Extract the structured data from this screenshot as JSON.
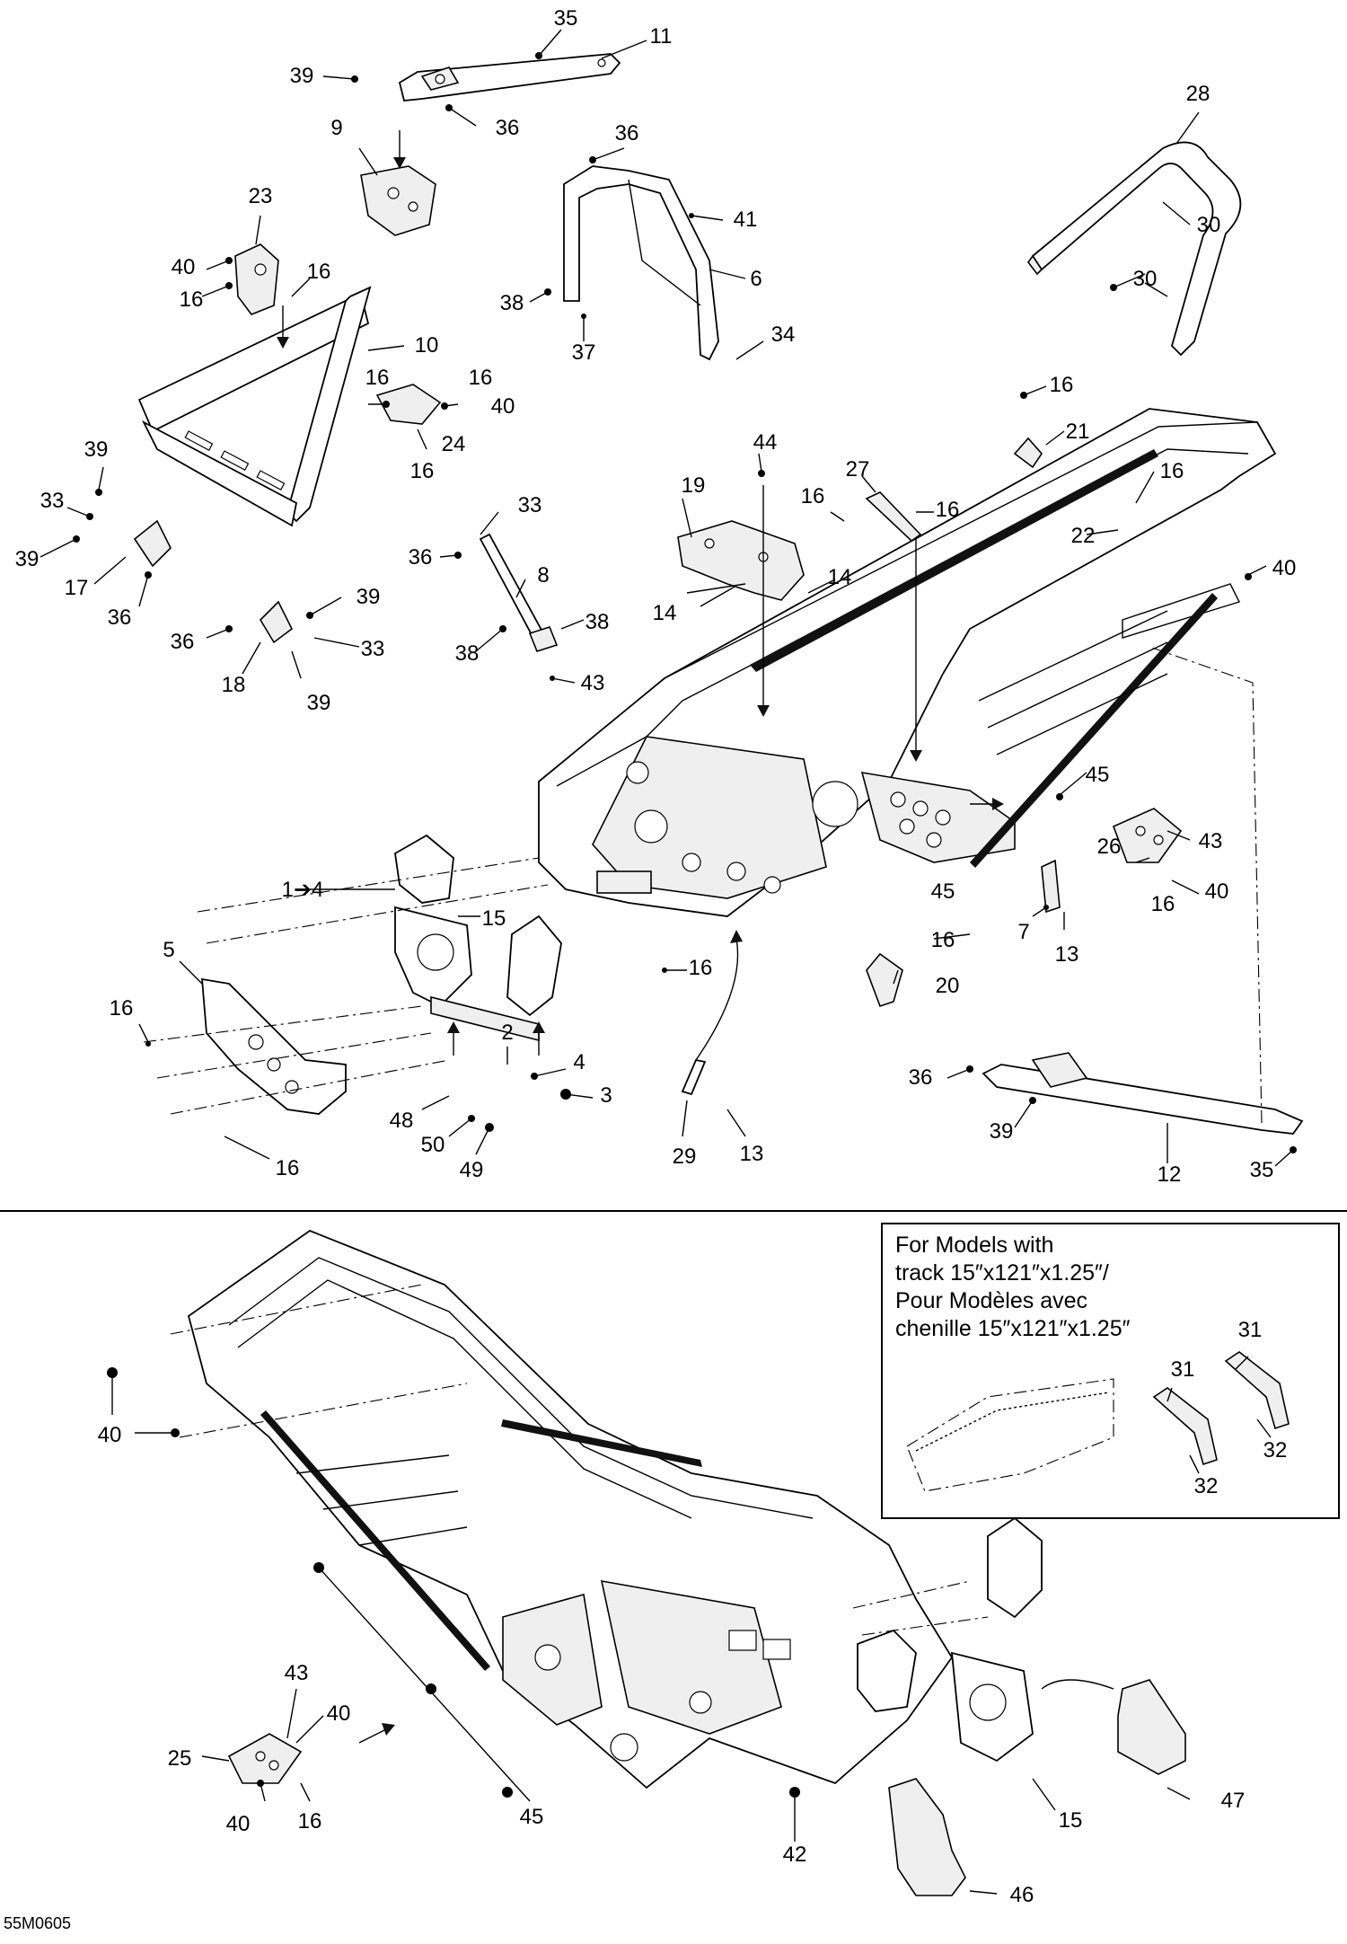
{
  "figure_code": "55M0605",
  "inset": {
    "lines": [
      "For Models with",
      "track 15″x121″x1.25″/",
      "Pour Modèles avec",
      "chenille 15″x121″x1.25″"
    ]
  },
  "callouts_top": [
    "35",
    "11",
    "39",
    "36",
    "9",
    "36",
    "41",
    "6",
    "38",
    "37",
    "34",
    "28",
    "30",
    "30",
    "23",
    "40",
    "16",
    "16",
    "10",
    "16",
    "16",
    "40",
    "24",
    "16",
    "39",
    "33",
    "39",
    "17",
    "36",
    "36",
    "18",
    "39",
    "39",
    "33",
    "33",
    "36",
    "8",
    "38",
    "38",
    "43",
    "44",
    "19",
    "14",
    "14",
    "27",
    "16",
    "16",
    "16",
    "21",
    "16",
    "22",
    "40",
    "45",
    "26",
    "43",
    "16",
    "40",
    "1➔4",
    "15",
    "5",
    "16",
    "16",
    "2",
    "4",
    "3",
    "48",
    "50",
    "49",
    "16",
    "45",
    "16",
    "20",
    "7",
    "13",
    "29",
    "13",
    "36",
    "39",
    "12",
    "35"
  ],
  "callouts_bottom": [
    "40",
    "31",
    "31",
    "32",
    "32",
    "43",
    "40",
    "25",
    "40",
    "16",
    "45",
    "42",
    "15",
    "47",
    "46"
  ]
}
